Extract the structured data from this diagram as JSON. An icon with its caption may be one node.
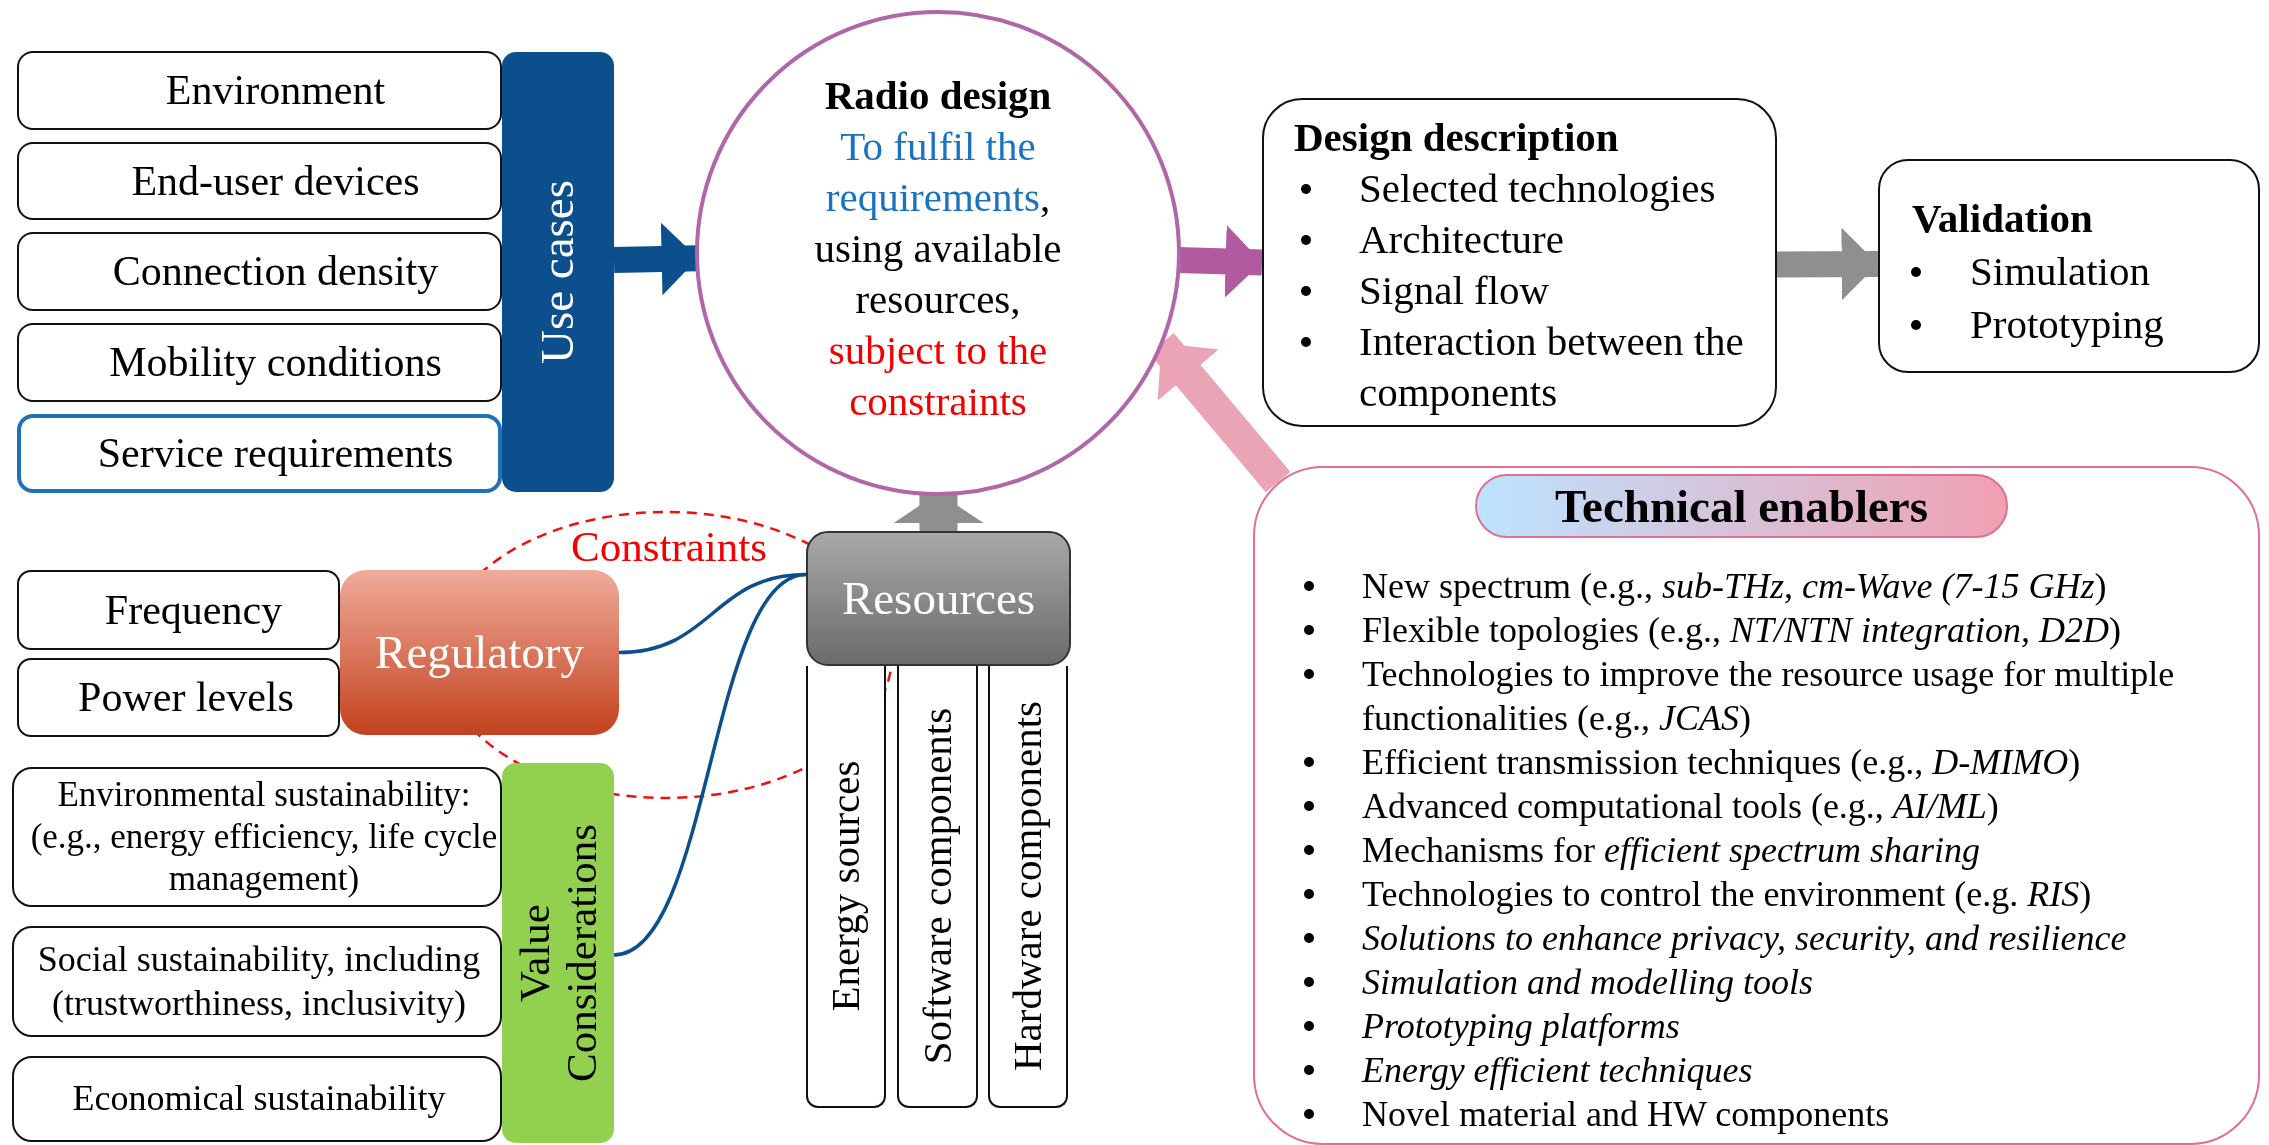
{
  "diagram": {
    "nodes": [
      {
        "text": [
          "Environment"
        ]
      },
      {
        "text": [
          "End-user devices"
        ]
      },
      {
        "text": [
          "Connection density"
        ]
      },
      {
        "text": [
          "Mobility conditions"
        ]
      },
      {
        "text": [
          "Service requirements"
        ]
      },
      {
        "text": [
          "Use cases"
        ]
      },
      {
        "text": [
          "Radio design",
          "To fulfil the requirements",
          ", using available resources,",
          "subject to the constraints"
        ]
      },
      {
        "text": [
          "Design description",
          "Selected technologies",
          "Architecture",
          "Signal flow",
          "Interaction between the components"
        ]
      },
      {
        "text": [
          "Validation",
          "Simulation",
          "Prototyping"
        ]
      },
      {
        "text": [
          "Frequency"
        ]
      },
      {
        "text": [
          "Power levels"
        ]
      },
      {
        "text": [
          "Regulatory"
        ]
      },
      {
        "text": [
          "Environmental sustainability: (e.g., energy efficiency, life cycle management)"
        ]
      },
      {
        "text": [
          "Social sustainability, including (trustworthiness, inclusivity)"
        ]
      },
      {
        "text": [
          "Economical sustainability"
        ]
      },
      {
        "text": [
          "Value Considerations"
        ]
      },
      {
        "text": [
          "Resources"
        ]
      },
      {
        "text": [
          "Energy sources"
        ]
      },
      {
        "text": [
          "Software components"
        ]
      },
      {
        "text": [
          "Hardware components"
        ]
      },
      {
        "text": [
          "New spectrum (e.g., *sub-THz, cm-Wave (7-15 GHz*)",
          "Flexible topologies (e.g., *NT/NTN integration, D2D*)",
          "Technologies to improve the resource usage for multiple functionalities (e.g., *JCAS*)",
          "Efficient transmission techniques (e.g., *D-MIMO*)",
          "Advanced computational tools (e.g., *AI/ML*)",
          "Mechanisms for *efficient spectrum sharing*",
          "Technologies to control the environment (e.g. *RIS*)",
          "*Solutions to enhance privacy, security, and resilience*",
          "*Simulation and modelling tools*",
          "*Prototyping platforms*",
          "*Energy efficient techniques*",
          "Novel material and HW components"
        ]
      },
      {
        "text": [
          "Technical enablers"
        ],
        "in": 20
      }
    ],
    "edges": [
      {
        "from": 5,
        "to": 6,
        "arrow": "to"
      },
      {
        "from": 6,
        "to": 7,
        "arrow": "to",
        "color": "#b25aa0"
      },
      {
        "from": 7,
        "to": 8,
        "arrow": "to",
        "color": "#8f8f8f"
      },
      {
        "from": 16,
        "to": 6,
        "arrow": "to",
        "color": "#8f8f8f"
      },
      {
        "from": 20,
        "to": 6,
        "arrow": "to",
        "color": "#eba3b6"
      },
      {
        "from": 11,
        "to": 16,
        "arrow": "none"
      },
      {
        "from": 15,
        "to": 16,
        "arrow": "none"
      }
    ],
    "labels": [
      "Constraints"
    ]
  }
}
